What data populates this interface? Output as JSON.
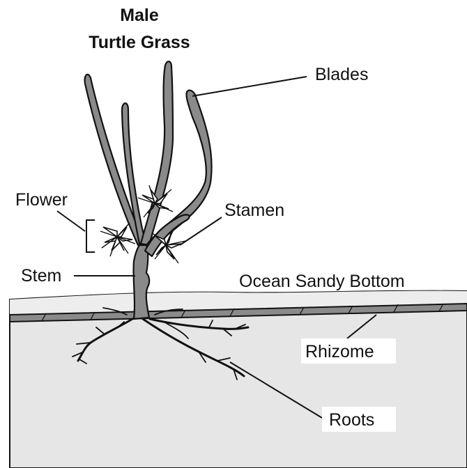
{
  "title": {
    "line1": "Male",
    "line2": "Turtle Grass"
  },
  "labels": {
    "blades": "Blades",
    "flower": "Flower",
    "stamen": "Stamen",
    "stem": "Stem",
    "ocean_bottom": "Ocean Sandy Bottom",
    "rhizome": "Rhizome",
    "roots": "Roots"
  },
  "colors": {
    "sand": "#e6e6e6",
    "plant": "#8a8a8a",
    "outline": "#111111"
  }
}
